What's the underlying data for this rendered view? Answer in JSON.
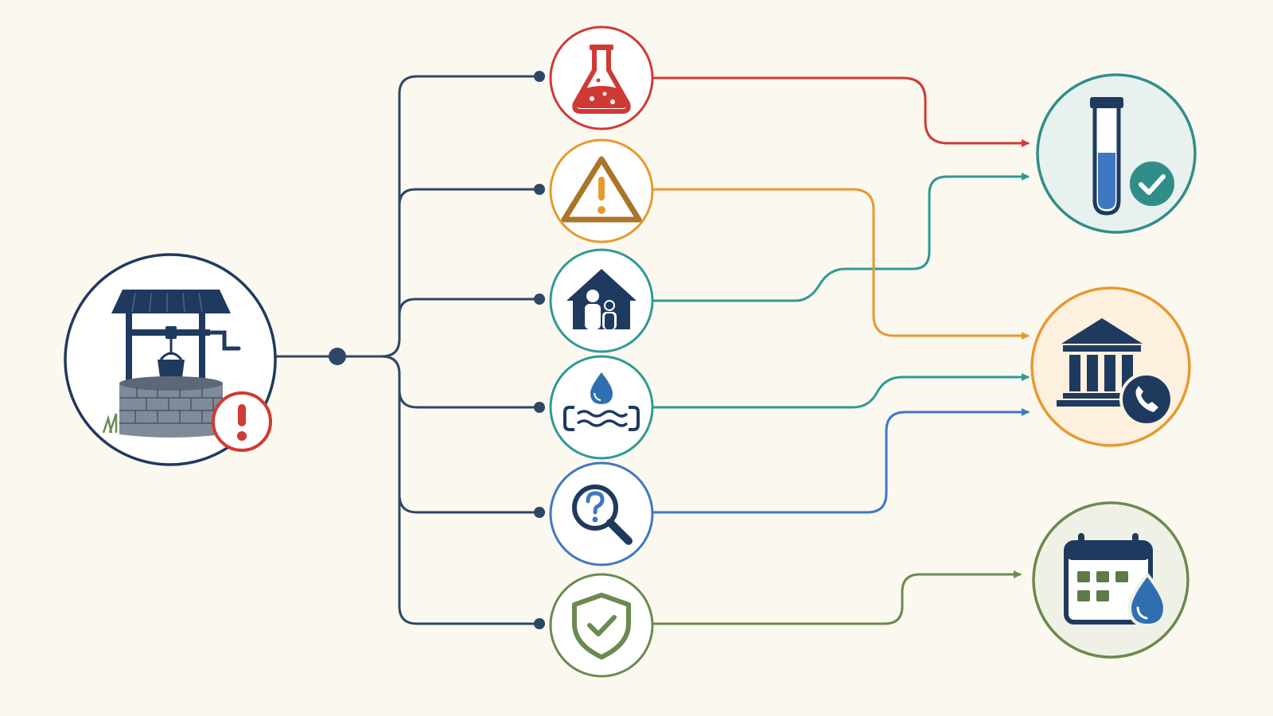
{
  "diagram": {
    "source": {
      "icon": "water-well-icon",
      "badge_icon": "exclamation-alert-icon",
      "color": "#1f3a5f"
    },
    "branches": [
      {
        "id": "lab-test",
        "icon": "lab-flask-icon",
        "color": "#d03a34",
        "target": "water-test"
      },
      {
        "id": "hazard-warning",
        "icon": "warning-triangle-icon",
        "color": "#e69a2e",
        "target": "local-authority"
      },
      {
        "id": "household",
        "icon": "home-family-icon",
        "color": "#2f9a94",
        "target": "water-test"
      },
      {
        "id": "water-treatment",
        "icon": "water-treatment-icon",
        "color": "#2f9a94",
        "target": "local-authority"
      },
      {
        "id": "investigate",
        "icon": "magnify-question-icon",
        "color": "#3f78c2",
        "target": "local-authority"
      },
      {
        "id": "protection",
        "icon": "shield-check-icon",
        "color": "#6b8a4f",
        "target": "schedule-testing"
      }
    ],
    "outcomes": [
      {
        "id": "water-test",
        "icon": "test-tube-check-icon",
        "color": "#2f8f88",
        "fill": "#e8f1ee"
      },
      {
        "id": "local-authority",
        "icon": "government-building-phone-icon",
        "color": "#e69a2e",
        "fill": "#fdf0df"
      },
      {
        "id": "schedule-testing",
        "icon": "calendar-water-drop-icon",
        "color": "#6b8a4f",
        "fill": "#f0f1e6"
      }
    ],
    "colors": {
      "background": "#fbf8f0",
      "navy": "#1f3a5f",
      "connector": "#2e4766"
    }
  }
}
